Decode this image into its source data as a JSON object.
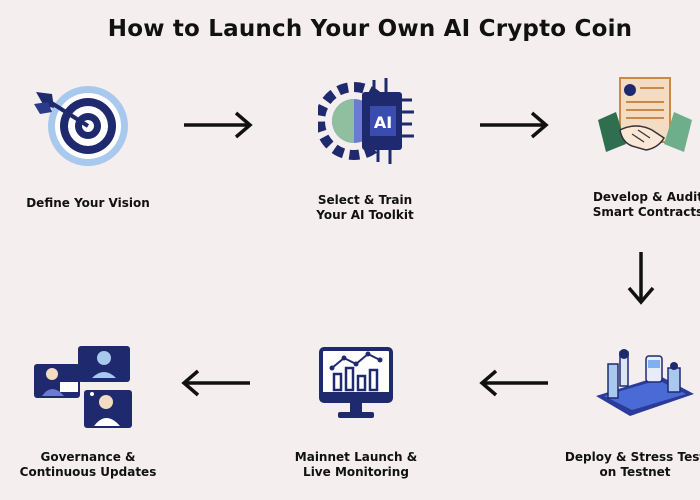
{
  "title": "How to Launch Your Own AI Crypto Coin",
  "steps": [
    {
      "line1": "Define Your Vision",
      "line2": "",
      "icon": "target-icon"
    },
    {
      "line1": "Select & Train",
      "line2": "Your AI Toolkit",
      "icon": "ai-chip-icon"
    },
    {
      "line1": "Develop & Audit",
      "line2": "Smart Contracts",
      "icon": "handshake-contract-icon"
    },
    {
      "line1": "Deploy & Stress Test",
      "line2": "on Testnet",
      "icon": "robotic-arm-icon"
    },
    {
      "line1": "Mainnet Launch &",
      "line2": "Live Monitoring",
      "icon": "monitor-chart-icon"
    },
    {
      "line1": "Governance &",
      "line2": "Continuous Updates",
      "icon": "team-collaboration-icon"
    }
  ],
  "ai_chip_text": "AI",
  "colors": {
    "navy": "#1f2a6e",
    "light_blue": "#a8c8ee",
    "green": "#6fae8a",
    "paper": "#f4dcc4"
  }
}
